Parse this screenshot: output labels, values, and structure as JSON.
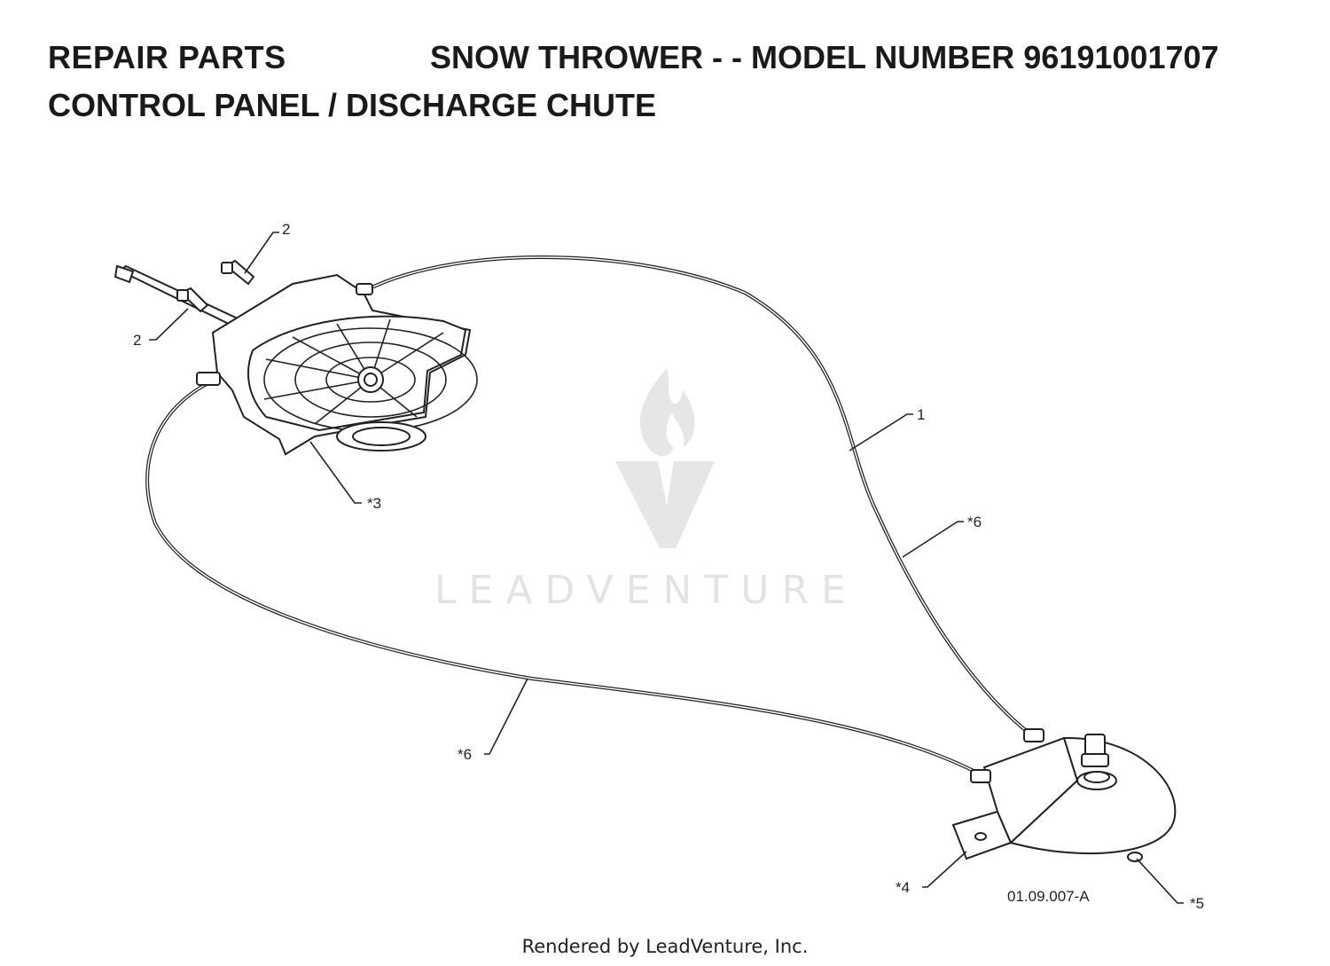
{
  "header": {
    "left": "REPAIR PARTS",
    "right": "SNOW THROWER - - MODEL NUMBER  96191001707",
    "subtitle": "CONTROL PANEL / DISCHARGE CHUTE"
  },
  "callouts": {
    "c1": "1",
    "c2a": "2",
    "c2b": "2",
    "c3": "*3",
    "c4": "*4",
    "c5": "*5",
    "c6a": "*6",
    "c6b": "*6"
  },
  "drawing_code": "01.09.007-A",
  "watermark": "LEADVENTURE",
  "footer": "Rendered by LeadVenture, Inc."
}
